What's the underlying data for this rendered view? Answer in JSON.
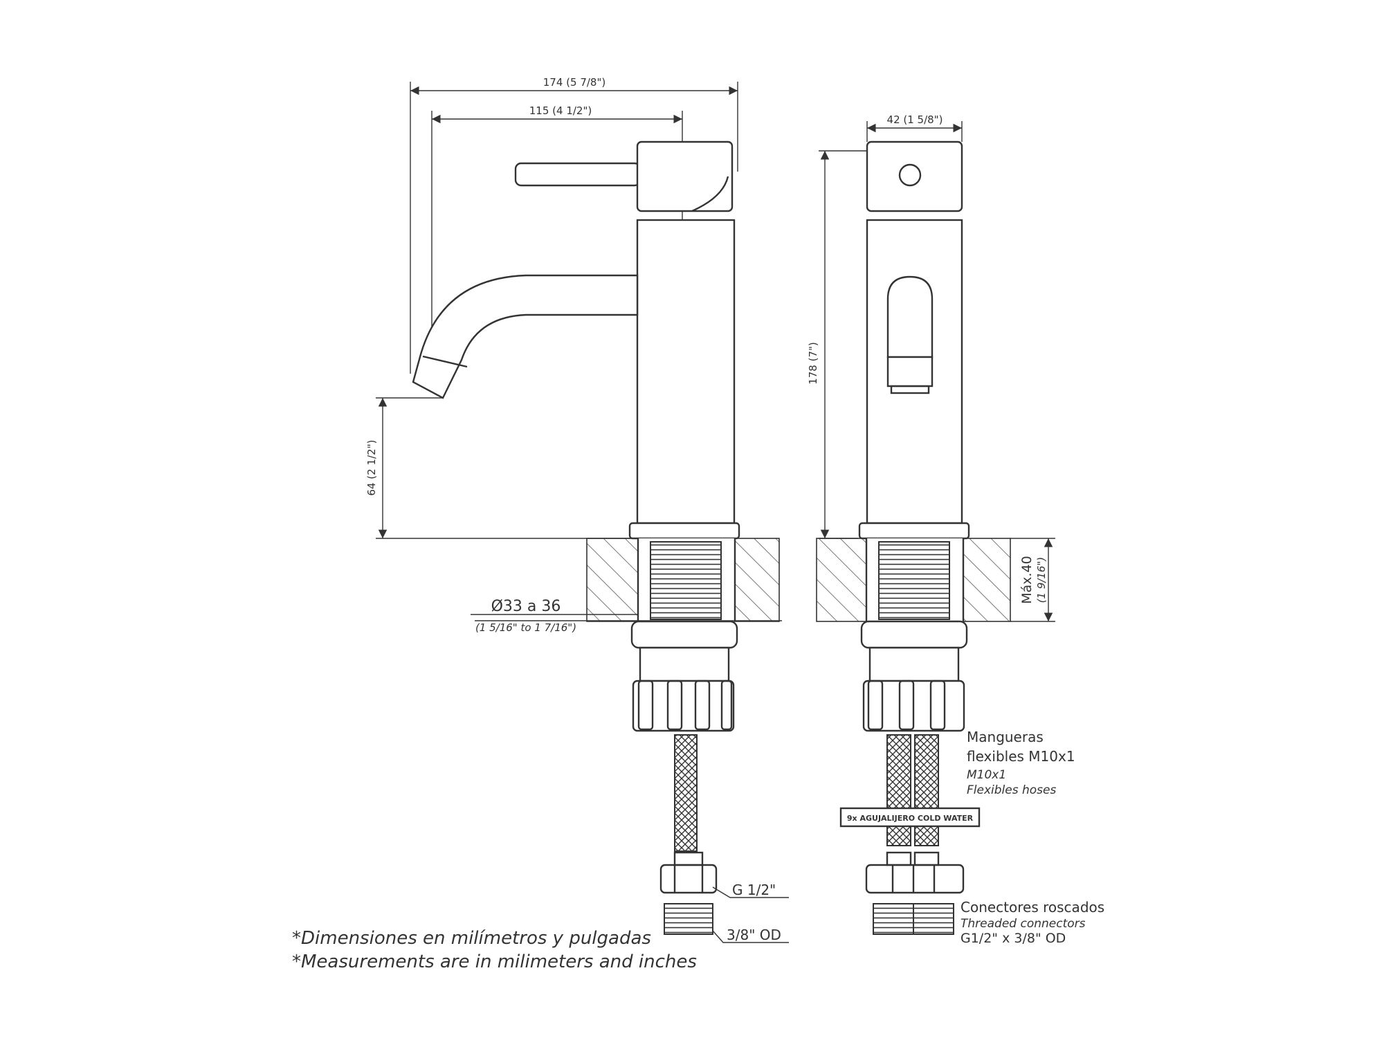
{
  "dimensions": {
    "overall_width": "174 (5 7/8\")",
    "spout_reach": "115 (4 1/2\")",
    "body_width": "42 (1 5/8\")",
    "total_height": "178 (7\")",
    "spout_height": "64 (2 1/2\")",
    "hole_diameter": "Ø33 a 36",
    "hole_diameter_in": "(1 5/16\" to 1 7/16\")",
    "max_counter": "Máx.40",
    "max_counter_in": "(1 9/16\")"
  },
  "callouts": {
    "hoses_es_1": "Mangueras",
    "hoses_es_2": "flexibles M10x1",
    "hoses_en_1": "M10x1",
    "hoses_en_2": "Flexibles hoses",
    "tag_label": "9x AGUJALIJERO COLD WATER",
    "g_half": "G 1/2\"",
    "od_3_8": "3/8\" OD",
    "connectors_es": "Conectores roscados",
    "connectors_en": "Threaded connectors",
    "connectors_spec": "G1/2\" x 3/8\" OD"
  },
  "notes": {
    "line1": "*Dimensiones en milímetros y pulgadas",
    "line2": "*Measurements are in milimeters and inches"
  }
}
